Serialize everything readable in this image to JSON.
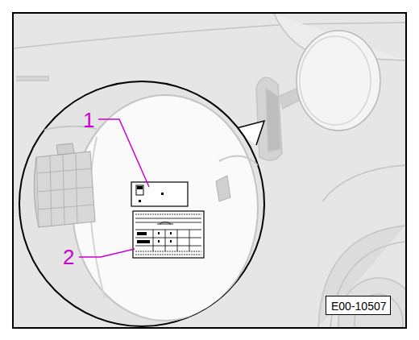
{
  "diagram": {
    "nodes": [
      {
        "text": [
          "E00-10507"
        ]
      }
    ],
    "labels": [
      "1",
      "2"
    ]
  }
}
